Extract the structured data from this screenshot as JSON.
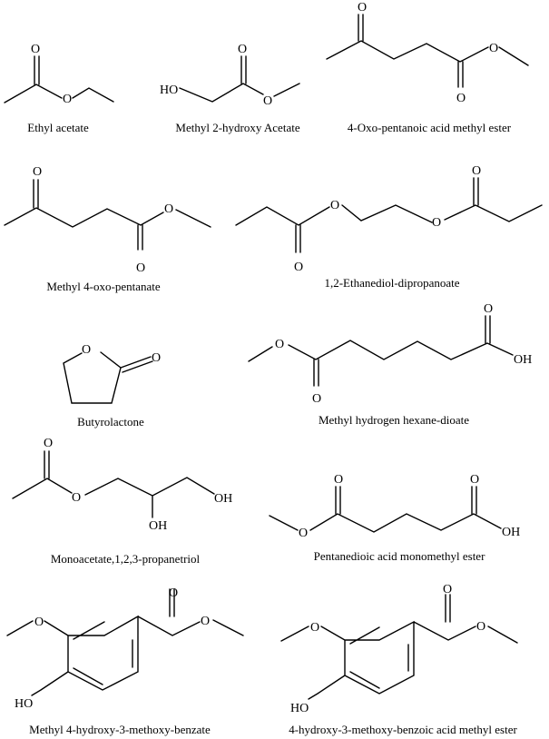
{
  "compounds": [
    {
      "name": "Ethyl acetate",
      "atoms": [
        "O",
        "O"
      ]
    },
    {
      "name": "Methyl 2-hydroxy Acetate",
      "atoms": [
        "HO",
        "O",
        "O"
      ]
    },
    {
      "name": "4-Oxo-pentanoic acid methyl ester",
      "atoms": [
        "O",
        "O",
        "O"
      ]
    },
    {
      "name": "Methyl 4-oxo-pentanate",
      "atoms": [
        "O",
        "O",
        "O"
      ]
    },
    {
      "name": "1,2-Ethanediol-dipropanoate",
      "atoms": [
        "O",
        "O",
        "O",
        "O"
      ]
    },
    {
      "name": "Butyrolactone",
      "atoms": [
        "O",
        "O"
      ]
    },
    {
      "name": "Methyl hydrogen hexane-dioate",
      "atoms": [
        "O",
        "O",
        "O",
        "OH"
      ]
    },
    {
      "name": "Monoacetate,1,2,3-propanetriol",
      "atoms": [
        "O",
        "O",
        "OH",
        "OH"
      ]
    },
    {
      "name": "Pentanedioic acid monomethyl ester",
      "atoms": [
        "O",
        "O",
        "O",
        "OH"
      ]
    },
    {
      "name": "Methyl 4-hydroxy-3-methoxy-benzate",
      "atoms": [
        "O",
        "O",
        "O",
        "HO"
      ]
    },
    {
      "name": "4-hydroxy-3-methoxy-benzoic acid methyl ester",
      "atoms": [
        "O",
        "O",
        "O",
        "HO"
      ]
    }
  ]
}
